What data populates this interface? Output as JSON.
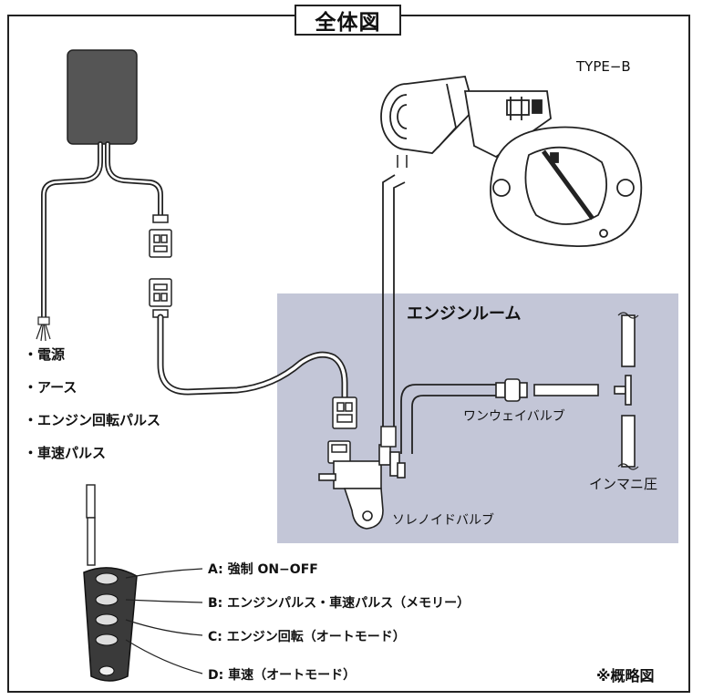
{
  "title": "全体図",
  "type_label": "TYPE−B",
  "engine_room_label": "エンジンルーム",
  "parts": {
    "one_way_valve": "ワンウェイバルブ",
    "intake_pressure": "インマニ圧",
    "solenoid_valve": "ソレノイドバルブ"
  },
  "harness_wires": [
    "・電源",
    "・アース",
    "・エンジン回転パルス",
    "・車速パルス"
  ],
  "remote_buttons": [
    "A: 強制 ON−OFF",
    "B: エンジンパルス・車速パルス（メモリー）",
    "C: エンジン回転（オートモード）",
    "D: 車速（オートモード）"
  ],
  "note": "※概略図",
  "colors": {
    "engine_room_fill": "#c3c6d7",
    "controller_fill": "#555555",
    "remote_fill": "#3a3a3a",
    "line": "#222222"
  }
}
